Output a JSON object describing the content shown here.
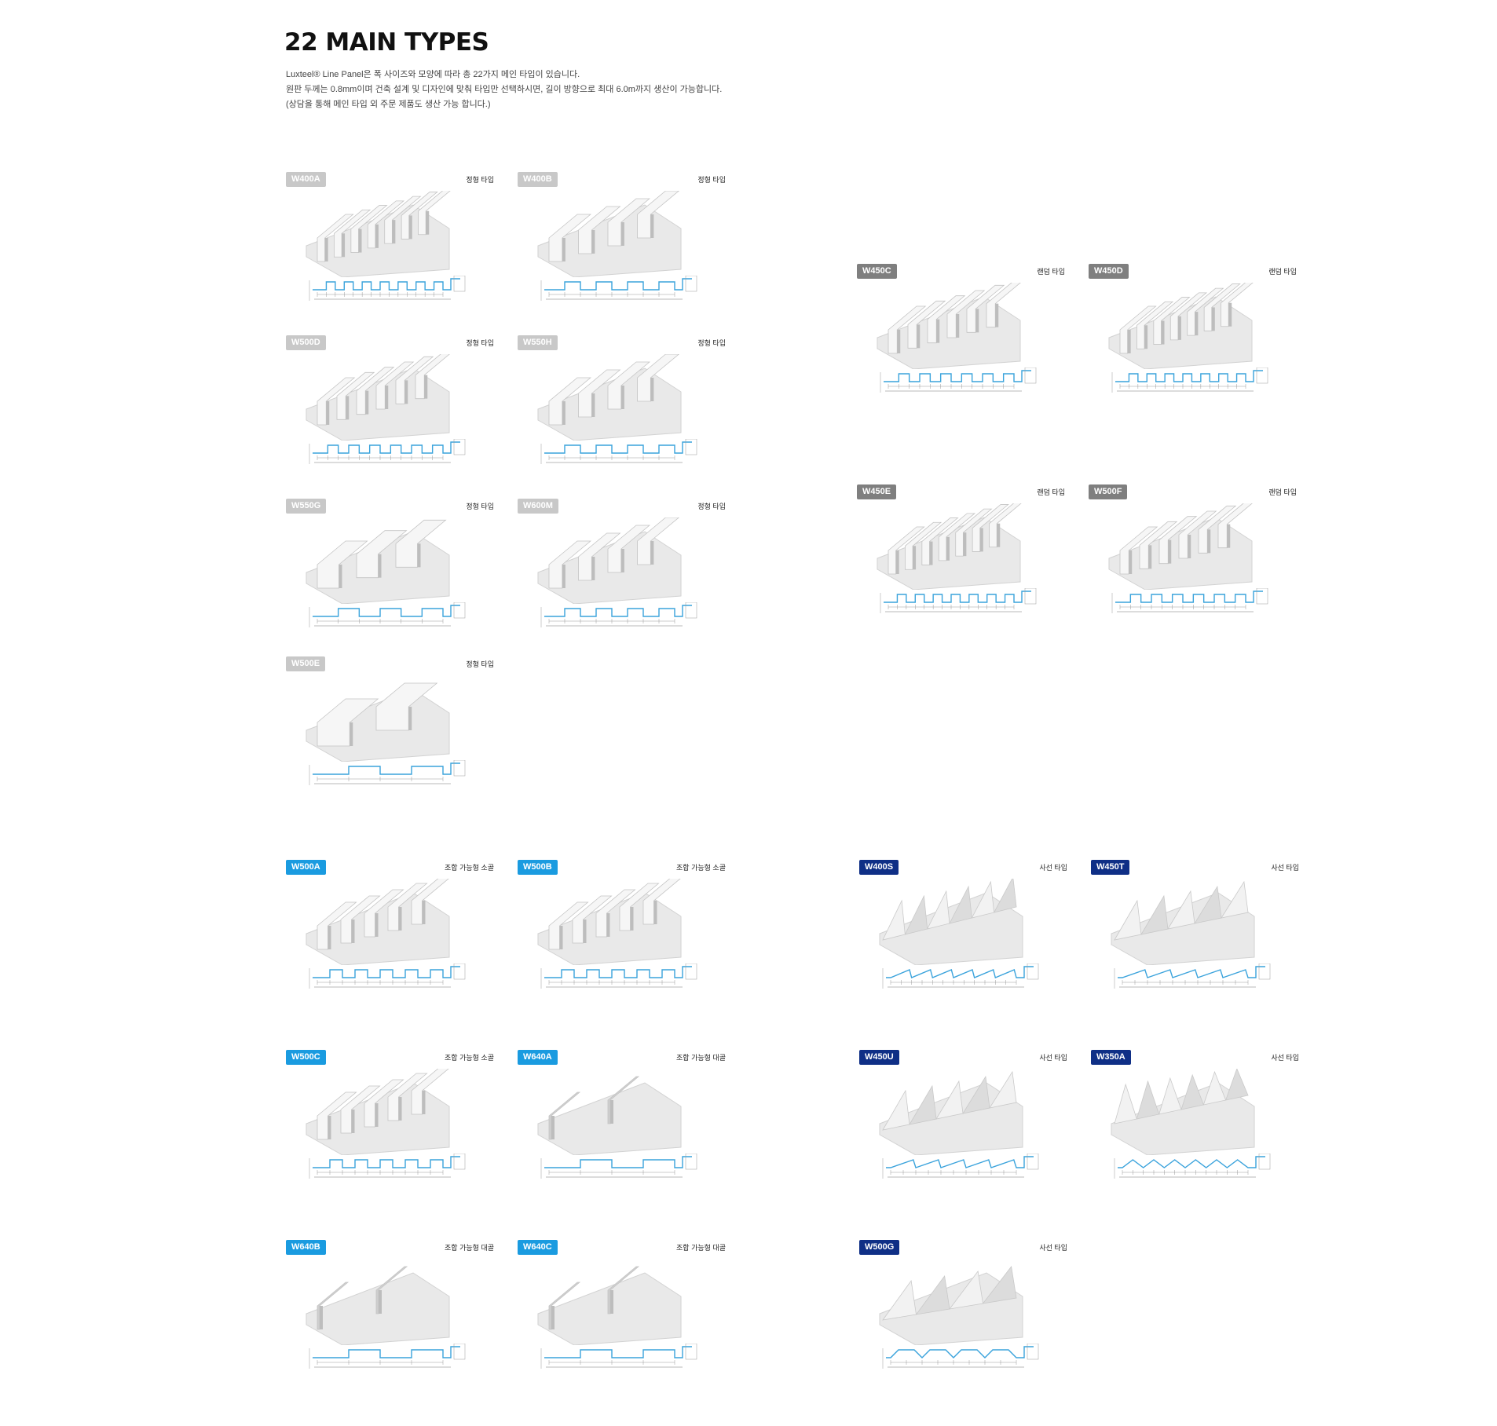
{
  "header": {
    "title": "22 MAIN TYPES",
    "intro_line1": "Luxteel® Line Panel은 폭 사이즈와 모양에 따라 총 22가지 메인 타입이 있습니다.",
    "intro_line2": "원판 두께는 0.8mm이며 건축 설계 및 디자인에 맞춰 타입만 선택하시면, 길이 방향으로 최대 6.0m까지 생산이 가능합니다.",
    "intro_line3": "(상담을 통해 메인 타입 외 주문 제품도 생산 가능 합니다.)"
  },
  "colors": {
    "light_gray": "#c8c8c8",
    "dark_gray": "#7f7f7f",
    "sky_blue": "#1a9be0",
    "navy": "#0f2f86",
    "profile_line": "#3aa3dc"
  },
  "panels": [
    {
      "code": "W400A",
      "category": "정형 타입",
      "color": "light_gray",
      "shape": "rect",
      "ribs": 7
    },
    {
      "code": "W400B",
      "category": "정형 타입",
      "color": "light_gray",
      "shape": "rect",
      "ribs": 4
    },
    {
      "code": "W500D",
      "category": "정형 타입",
      "color": "light_gray",
      "shape": "rect",
      "ribs": 6
    },
    {
      "code": "W550H",
      "category": "정형 타입",
      "color": "light_gray",
      "shape": "rect",
      "ribs": 4
    },
    {
      "code": "W550G",
      "category": "정형 타입",
      "color": "light_gray",
      "shape": "flat",
      "ribs": 3
    },
    {
      "code": "W600M",
      "category": "정형 타입",
      "color": "light_gray",
      "shape": "rect",
      "ribs": 4
    },
    {
      "code": "W500E",
      "category": "정형 타입",
      "color": "light_gray",
      "shape": "flat",
      "ribs": 2
    },
    {
      "code": "W450C",
      "category": "랜덤 타입",
      "color": "dark_gray",
      "shape": "rect",
      "ribs": 6
    },
    {
      "code": "W450D",
      "category": "랜덤 타입",
      "color": "dark_gray",
      "shape": "rect",
      "ribs": 7
    },
    {
      "code": "W450E",
      "category": "랜덤 타입",
      "color": "dark_gray",
      "shape": "rect",
      "ribs": 7
    },
    {
      "code": "W500F",
      "category": "랜덤 타입",
      "color": "dark_gray",
      "shape": "rect",
      "ribs": 6
    },
    {
      "code": "W500A",
      "category": "조합 가능형 소골",
      "color": "sky_blue",
      "shape": "rect",
      "ribs": 5
    },
    {
      "code": "W500B",
      "category": "조합 가능형 소골",
      "color": "sky_blue",
      "shape": "rect",
      "ribs": 5
    },
    {
      "code": "W500C",
      "category": "조합 가능형 소골",
      "color": "sky_blue",
      "shape": "rect",
      "ribs": 5
    },
    {
      "code": "W640A",
      "category": "조합 가능형 대골",
      "color": "sky_blue",
      "shape": "groove",
      "ribs": 2
    },
    {
      "code": "W640B",
      "category": "조합 가능형 대골",
      "color": "sky_blue",
      "shape": "groove",
      "ribs": 2
    },
    {
      "code": "W640C",
      "category": "조합 가능형 대골",
      "color": "sky_blue",
      "shape": "groove",
      "ribs": 2
    },
    {
      "code": "W400S",
      "category": "사선 타입",
      "color": "navy",
      "shape": "saw",
      "ribs": 6
    },
    {
      "code": "W450T",
      "category": "사선 타입",
      "color": "navy",
      "shape": "saw",
      "ribs": 5
    },
    {
      "code": "W450U",
      "category": "사선 타입",
      "color": "navy",
      "shape": "saw",
      "ribs": 5
    },
    {
      "code": "W350A",
      "category": "사선 타입",
      "color": "navy",
      "shape": "zigzag",
      "ribs": 6
    },
    {
      "code": "W500G",
      "category": "사선 타입",
      "color": "navy",
      "shape": "trap",
      "ribs": 4
    }
  ]
}
